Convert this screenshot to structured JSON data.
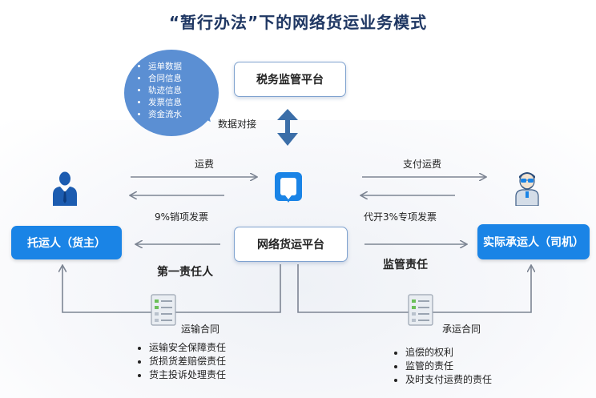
{
  "title": "“暂行办法”下的网络货运业务模式",
  "tax_platform": "税务监管平台",
  "network_platform": "网络货运平台",
  "shipper": "托运人（货主）",
  "carrier": "实际承运人（司机）",
  "data_bubble": [
    "运单数据",
    "合同信息",
    "轨迹信息",
    "发票信息",
    "资金流水"
  ],
  "data_dock": "数据对接",
  "freight": "运费",
  "pay_freight": "支付运费",
  "invoice_9": "9%销项发票",
  "invoice_3": "代开3%专项发票",
  "first_liability": "第一责任人",
  "supervision_liability": "监管责任",
  "transport_contract": "运输合同",
  "carriage_contract": "承运合同",
  "transport_duties": [
    "运输安全保障责任",
    "货损货差赔偿责任",
    "货主投诉处理责任"
  ],
  "carriage_duties": [
    "追偿的权利",
    "监管的责任",
    "及时支付运费的责任"
  ],
  "colors": {
    "accent_blue": "#1a84e6",
    "bubble_blue": "#5b8fd3",
    "arrow_blue": "#3b6ea8",
    "line_gray": "#7d8593"
  },
  "icons": [
    "businessman-icon",
    "driver-icon",
    "platform-icon",
    "document-icon",
    "document-icon"
  ]
}
